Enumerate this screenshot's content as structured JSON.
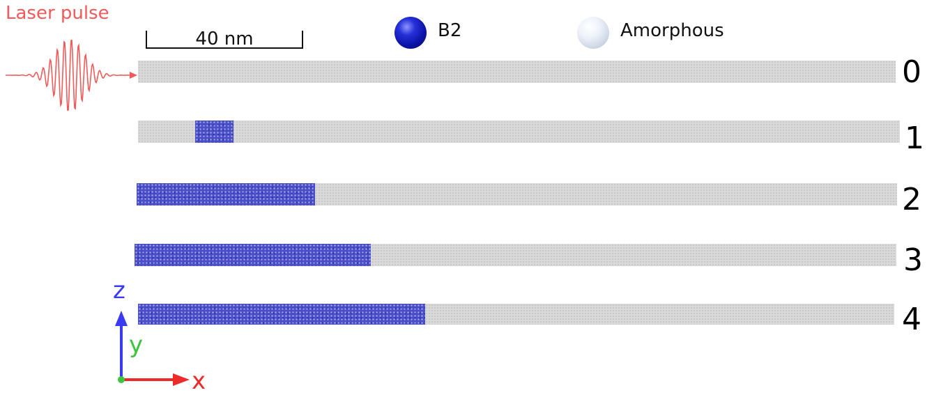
{
  "laser": {
    "label": "Laser pulse",
    "color": "#f25a5a"
  },
  "scale_bar": {
    "label": "40 nm"
  },
  "legend": [
    {
      "label": "B2",
      "icon": "blue-sphere-icon",
      "color": "#1a22c8"
    },
    {
      "label": "Amorphous",
      "icon": "white-sphere-icon",
      "color": "#e6ecf5"
    }
  ],
  "frames": [
    {
      "label": "0",
      "b2_fraction": 0.0
    },
    {
      "label": "1",
      "b2_fraction": 0.05,
      "b2_start_fraction": 0.075
    },
    {
      "label": "2",
      "b2_fraction": 0.235
    },
    {
      "label": "3",
      "b2_fraction": 0.31
    },
    {
      "label": "4",
      "b2_fraction": 0.38
    }
  ],
  "axes": {
    "z": "z",
    "y": "y",
    "x": "x"
  },
  "colors": {
    "amorphous_strip": "#d9d9d9",
    "b2_region": "#4a4fc9",
    "z_axis": "#3a3af0",
    "y_axis": "#3cc43c",
    "x_axis": "#ee2b2b"
  }
}
